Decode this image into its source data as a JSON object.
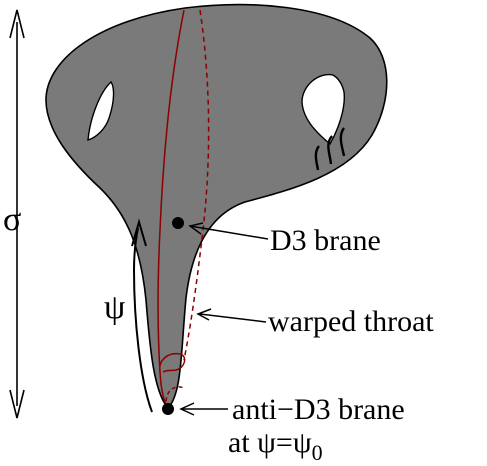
{
  "figure": {
    "labels": {
      "sigma": "σ",
      "psi": "ψ",
      "d3_brane": "D3 brane",
      "warped_throat": "warped throat",
      "anti_d3_brane": "anti−D3 brane",
      "anti_d3_position_prefix": "at ",
      "anti_d3_position_psi": "ψ=ψ",
      "anti_d3_position_subscript": "0"
    },
    "colors": {
      "surface_fill": "#7a7a7a",
      "curve_red": "#8b0000",
      "outline": "#000000",
      "holes": "#ffffff"
    }
  }
}
